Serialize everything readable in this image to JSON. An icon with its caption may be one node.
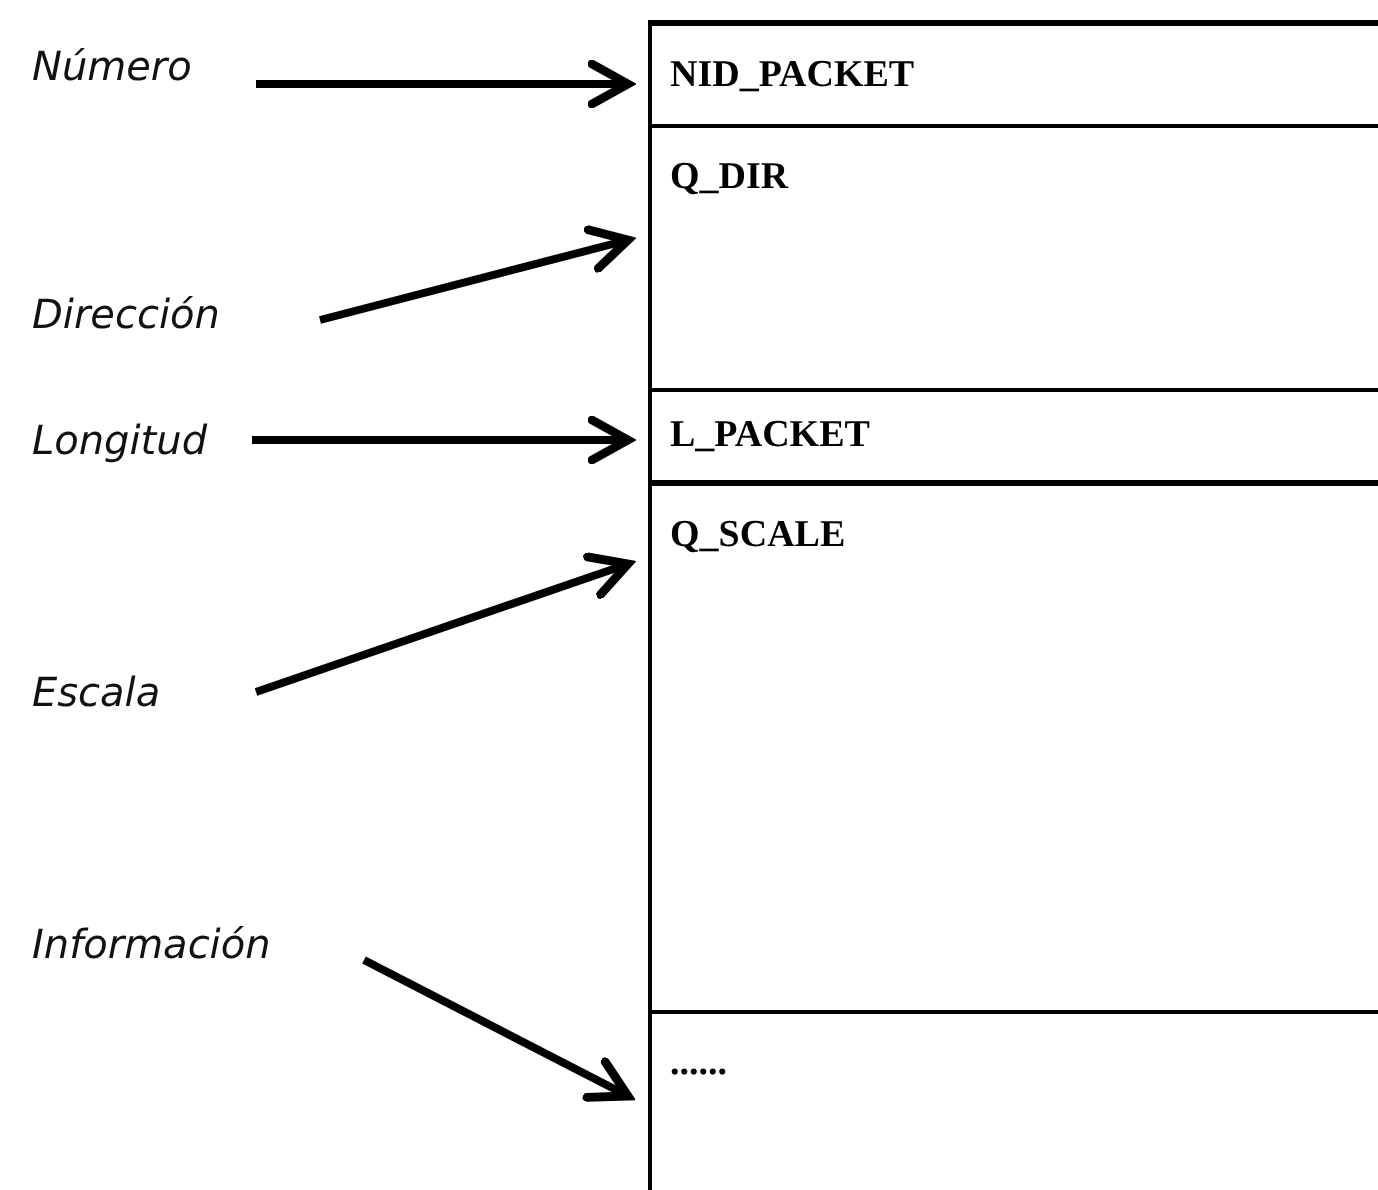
{
  "diagram": {
    "nodes": [
      {
        "text": [
          "Número"
        ]
      },
      {
        "text": [
          "Dirección"
        ]
      },
      {
        "text": [
          "Longitud"
        ]
      },
      {
        "text": [
          "Escala"
        ]
      },
      {
        "text": [
          "Información"
        ]
      },
      {
        "text": [
          "NID_PACKET"
        ]
      },
      {
        "text": [
          "Q_DIR"
        ]
      },
      {
        "text": [
          "L_PACKET"
        ]
      },
      {
        "text": [
          "Q_SCALE"
        ]
      },
      {
        "text": [
          "......"
        ]
      }
    ],
    "edges": [
      {
        "from": 0,
        "to": 5,
        "arrow": "to"
      },
      {
        "from": 1,
        "to": 6,
        "arrow": "to"
      },
      {
        "from": 2,
        "to": 7,
        "arrow": "to"
      },
      {
        "from": 3,
        "to": 8,
        "arrow": "to"
      },
      {
        "from": 4,
        "to": 9,
        "arrow": "to"
      }
    ]
  }
}
